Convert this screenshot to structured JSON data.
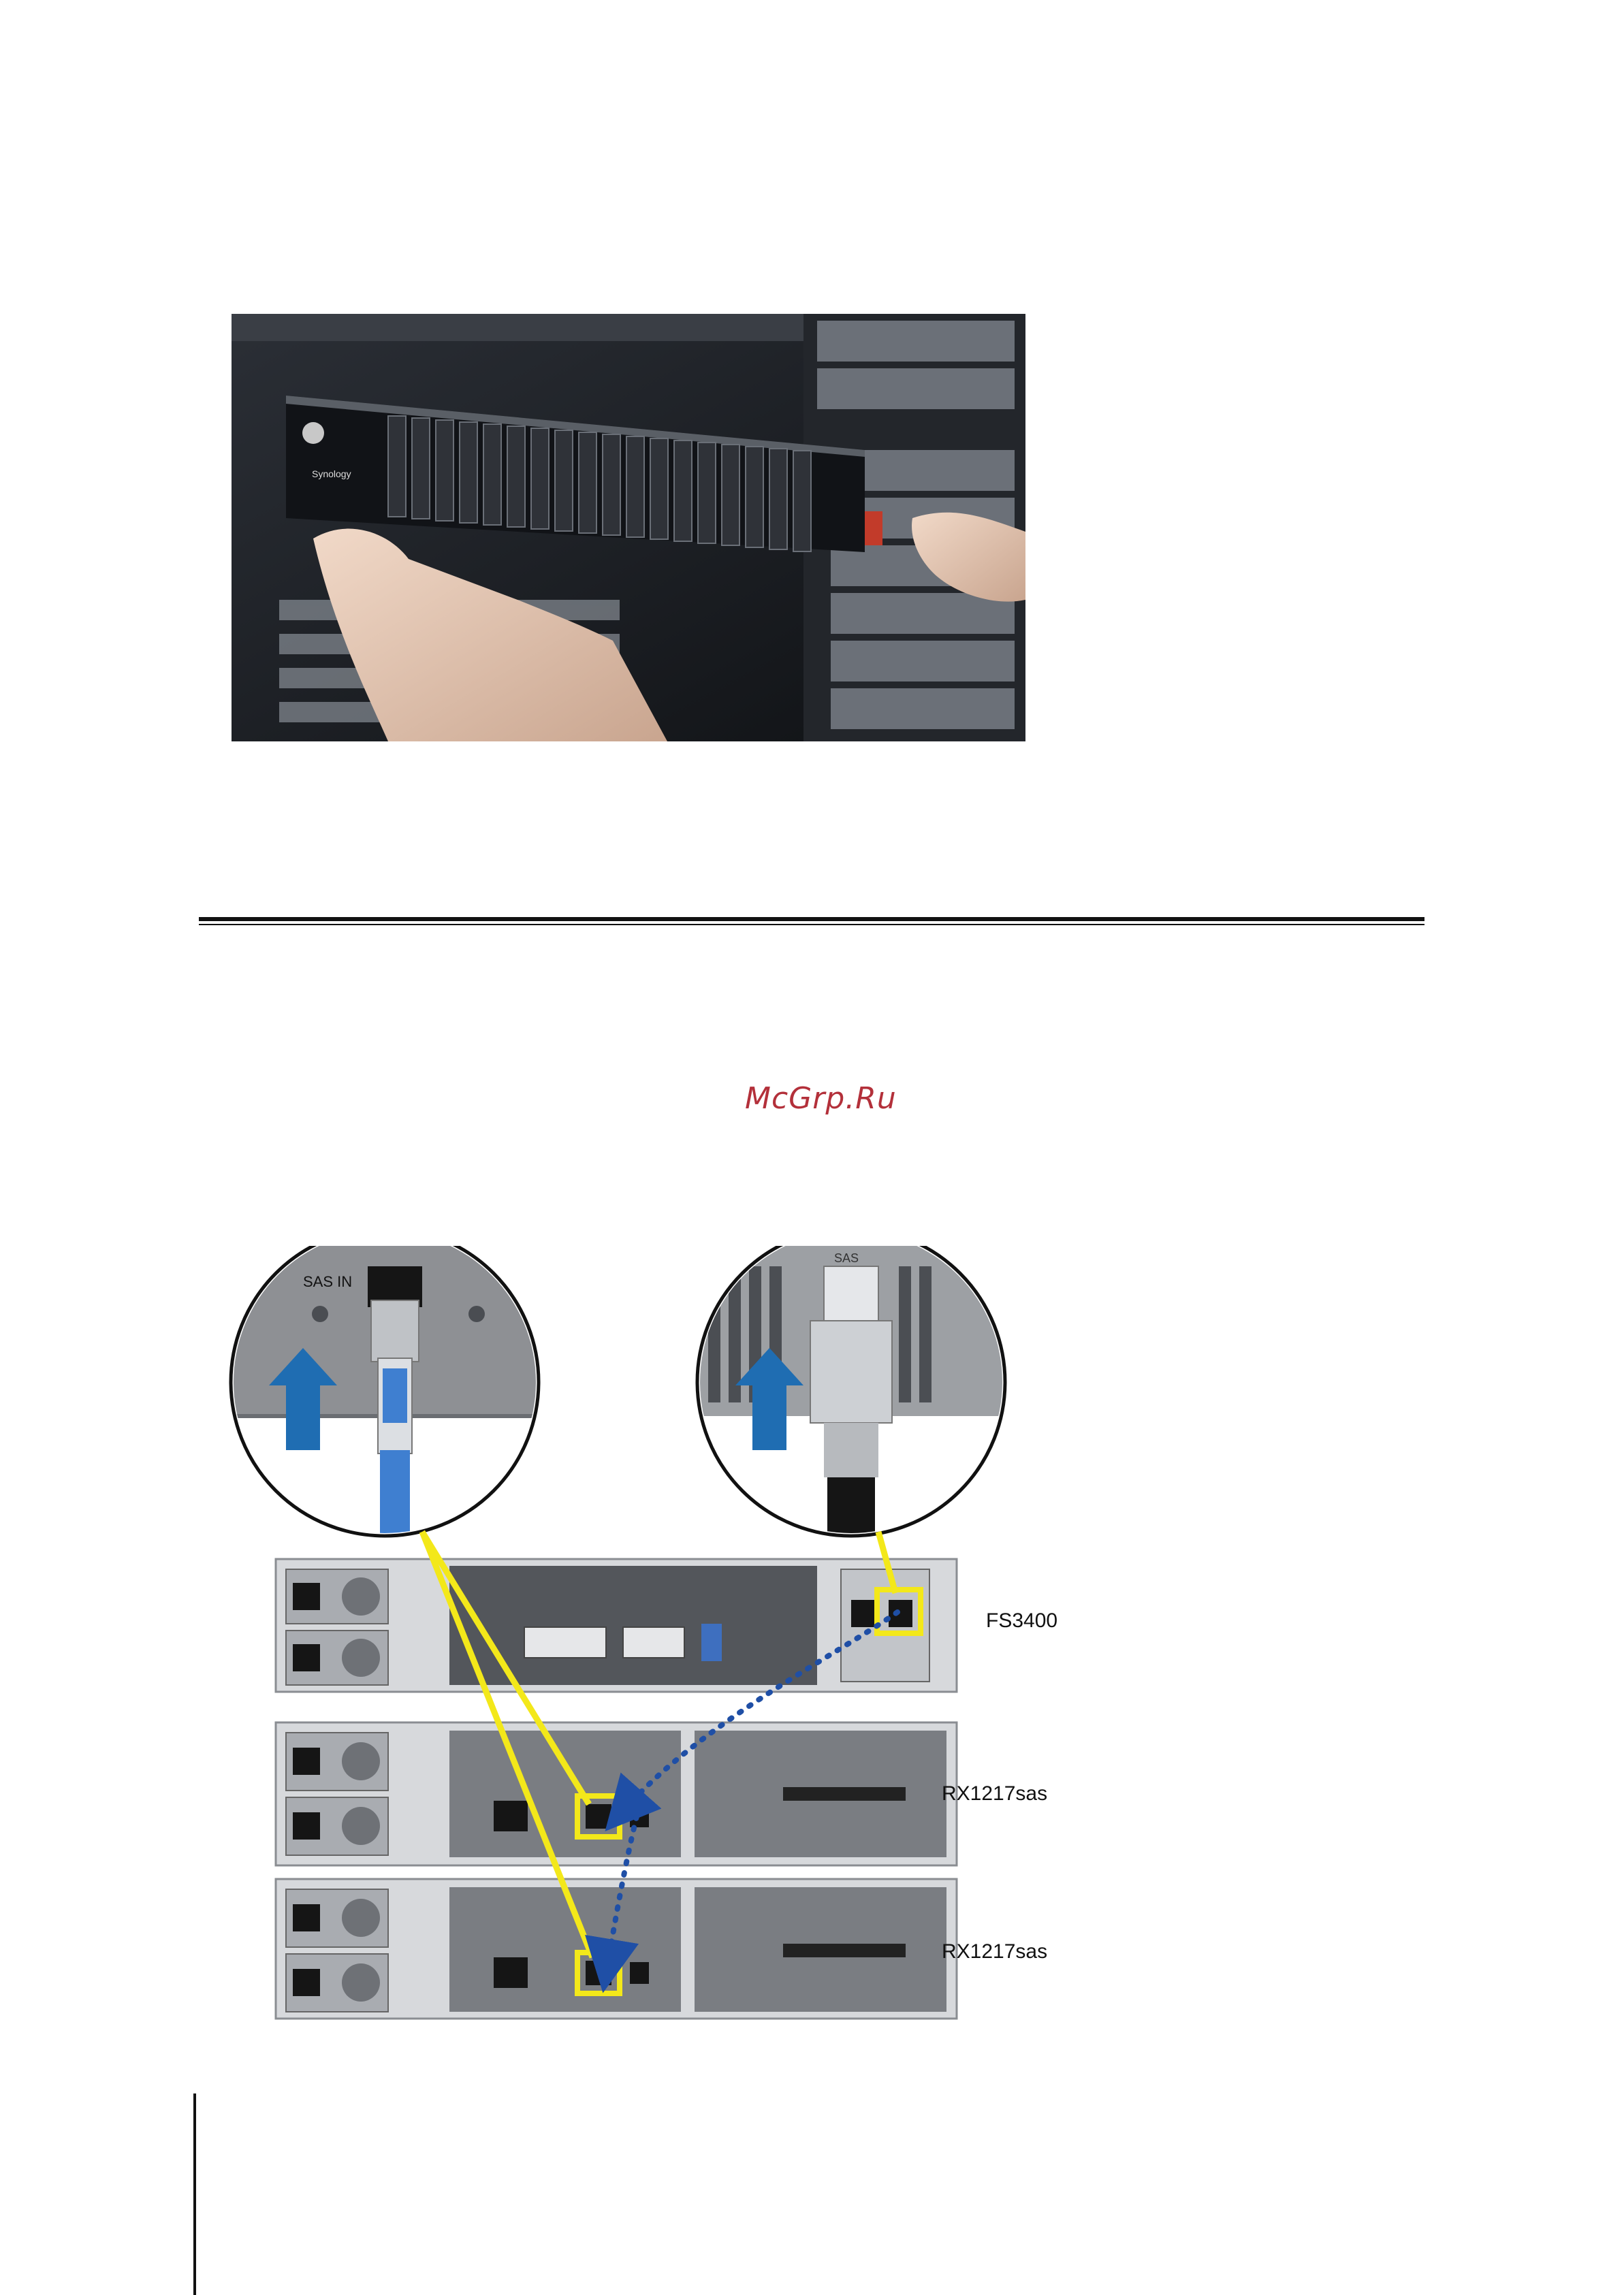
{
  "watermark": "McGrp.Ru",
  "colors": {
    "highlight": "#f3e81a",
    "arrow": "#1f4fa6",
    "push_arrow": "#1f6db2",
    "watermark": "#b3303a"
  },
  "photo": {
    "brand": "Synology"
  },
  "diagram": {
    "left_zoom_label": "SAS IN",
    "right_zoom_label": "SAS",
    "devices": [
      {
        "name": "FS3400"
      },
      {
        "name": "RX1217sas"
      },
      {
        "name": "RX1217sas"
      }
    ]
  }
}
